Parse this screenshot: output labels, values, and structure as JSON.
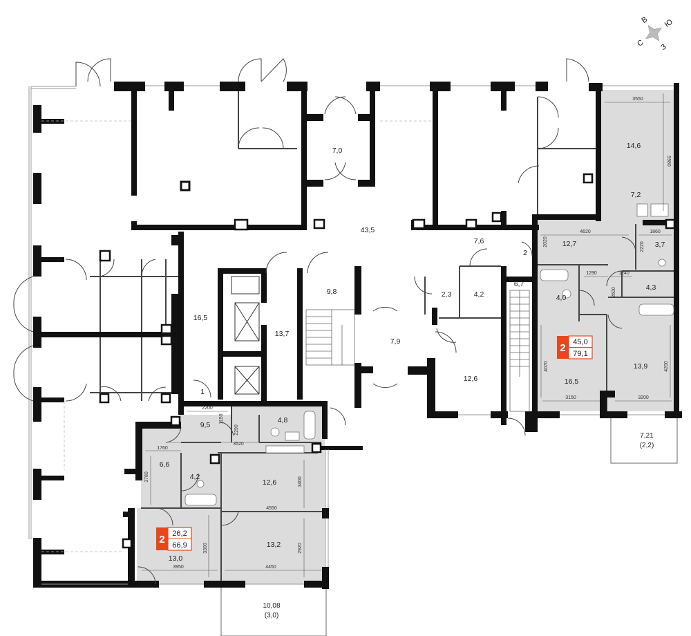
{
  "compass": {
    "n": "С",
    "e": "В",
    "s": "Ю",
    "w": "З"
  },
  "apartments": [
    {
      "rooms": "2",
      "living_area": "45,0",
      "total_area": "79,1",
      "accent": "#e8471e",
      "fill": "#dcdcdc"
    },
    {
      "rooms": "2",
      "living_area": "26,2",
      "total_area": "66,9",
      "accent": "#e8471e",
      "fill": "#dcdcdc"
    }
  ],
  "rooms": {
    "r7_0": "7,0",
    "r43_5": "43,5",
    "r7_6": "7,6",
    "r16_5a": "16,5",
    "r13_7": "13,7",
    "r9_8": "9,8",
    "r7_9": "7,9",
    "r2_3": "2,3",
    "r4_2a": "4,2",
    "r6_7": "6,7",
    "r12_6a": "12,6",
    "r2": "2",
    "r1": "1",
    "r14_6": "14,6",
    "r7_2": "7,2",
    "r12_7": "12,7",
    "r3_7": "3,7",
    "r4_0": "4,0",
    "r4_3": "4,3",
    "r16_5b": "16,5",
    "r13_9": "13,9",
    "r9_5": "9,5",
    "r4_8": "4,8",
    "r6_6": "6,6",
    "r4_2b": "4,2",
    "r12_6b": "12,6",
    "r13_0": "13,0",
    "r13_2": "13,2"
  },
  "dims": {
    "d3550": "3550",
    "d5980": "5980",
    "d4620": "4620",
    "d1860": "1860",
    "d2020": "2020",
    "d2220": "2220",
    "d1290": "1290",
    "d1240": "1240",
    "d2600": "2600",
    "d4070": "4070",
    "d4200": "4200",
    "d3150": "3150",
    "d3200": "3200",
    "d2200": "2200",
    "d1150": "1150",
    "d2290": "2290",
    "d3520": "3520",
    "d1760": "1760",
    "d3780": "3780",
    "d3400": "3400",
    "d4550": "4550",
    "d3300": "3300",
    "d2920": "2920",
    "d3950": "3950",
    "d4450": "4450"
  },
  "balconies": [
    {
      "area": "7,21",
      "reduced": "(2,2)"
    },
    {
      "area": "10,08",
      "reduced": "(3,0)"
    }
  ]
}
